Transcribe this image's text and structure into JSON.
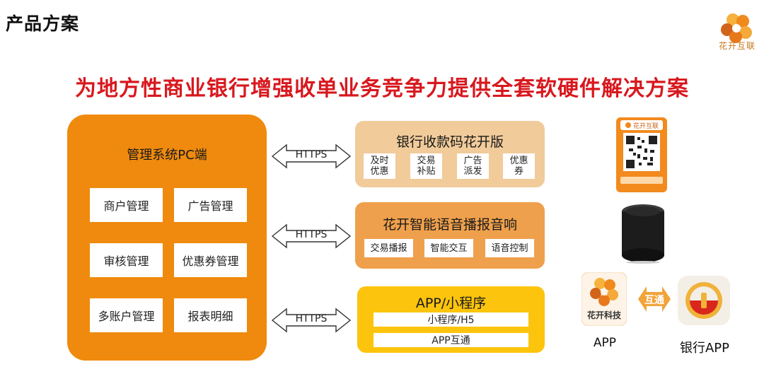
{
  "page": {
    "title": "产品方案",
    "logo_text": "花开互联",
    "headline": "为地方性商业银行增强收单业务竞争力提供全套软硬件解决方案"
  },
  "pc_system": {
    "title": "管理系统PC端",
    "items": [
      "商户管理",
      "广告管理",
      "审核管理",
      "优惠券管理",
      "多账户管理",
      "报表明细"
    ]
  },
  "connections": {
    "label": "HTTPS"
  },
  "products": [
    {
      "title": "银行收款码花开版",
      "tags": [
        {
          "line1": "及时",
          "line2": "优惠"
        },
        {
          "line1": "交易",
          "line2": "补贴"
        },
        {
          "line1": "广告",
          "line2": "派发"
        },
        {
          "line1": "优惠",
          "line2": "券"
        }
      ]
    },
    {
      "title": "花开智能语音播报音响",
      "tags": [
        "交易播报",
        "智能交互",
        "语音控制"
      ]
    },
    {
      "title": "APP/小程序",
      "bars": [
        "小程序/H5",
        "APP互通"
      ]
    }
  ],
  "right_panel": {
    "qr_card_brand": "花开互联",
    "app_icon_text": "花开科技",
    "hutong_label": "互通",
    "app_label": "APP",
    "bank_app_label": "银行APP"
  },
  "colors": {
    "headline_red": "#d8181e",
    "pc_orange": "#ef8a0e",
    "box1": "#f1cb9a",
    "box2": "#efa04c",
    "box3": "#fcc40c",
    "hutong": "#f2a33a"
  },
  "icons": [
    "flower-logo-icon",
    "double-arrow-icon",
    "qr-code-card-image",
    "smart-speaker-image",
    "huakai-app-icon",
    "bank-app-icon"
  ]
}
